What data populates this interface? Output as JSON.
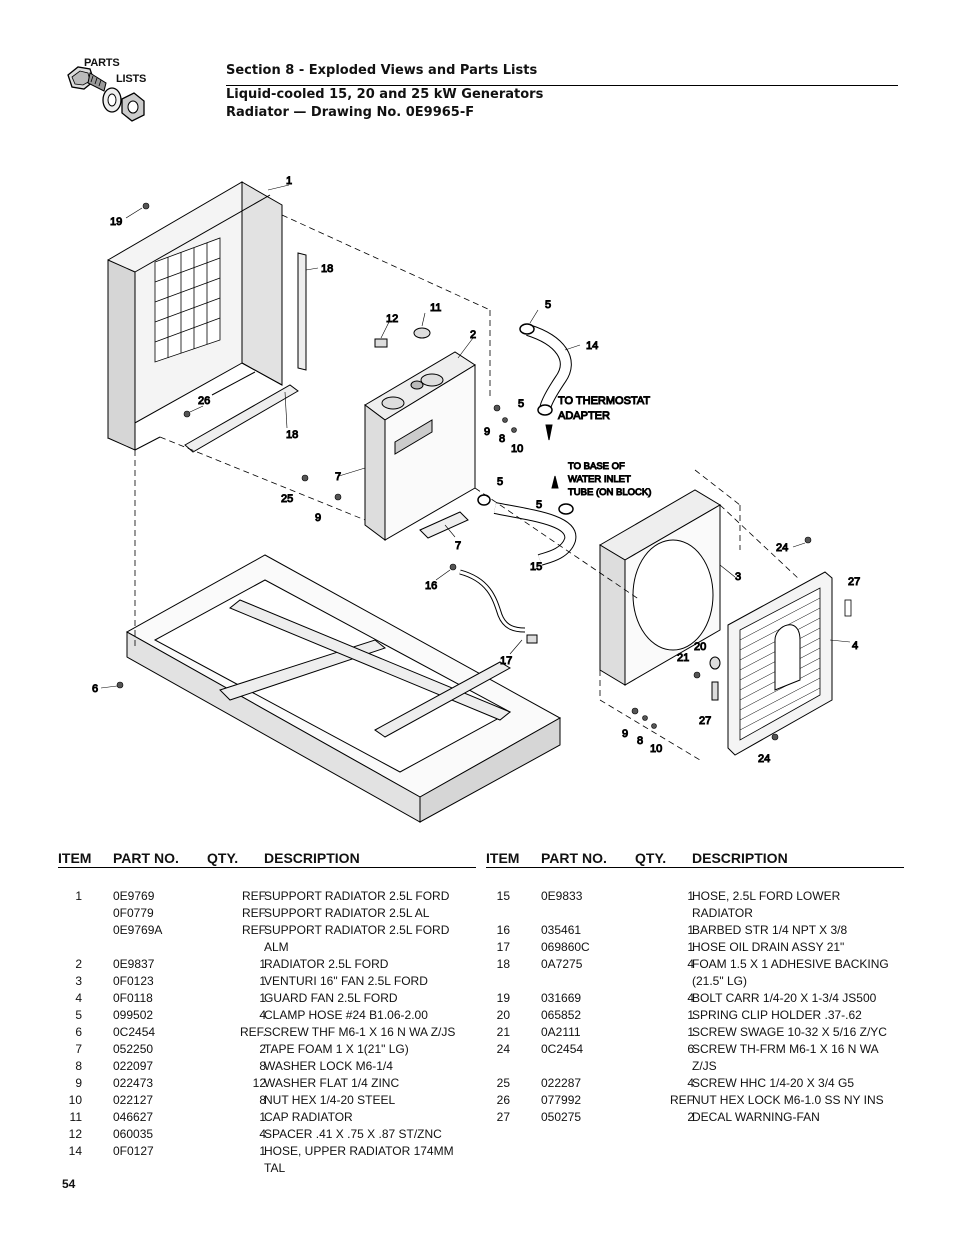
{
  "logo": {
    "line1": "PARTS",
    "line2": "LISTS"
  },
  "header": {
    "section": "Section 8 - Exploded Views and Parts Lists",
    "subtitle": "Liquid-cooled 15, 20 and 25 kW Generators",
    "drawing": "Radiator — Drawing No. 0E9965-F"
  },
  "callouts": {
    "c1": "1",
    "c19": "19",
    "c18a": "18",
    "c18b": "18",
    "c26": "26",
    "c12": "12",
    "c11": "11",
    "c2": "2",
    "c5a": "5",
    "c14": "14",
    "c5b": "5",
    "c9a": "9",
    "c8a": "8",
    "c10a": "10",
    "c7a": "7",
    "c25": "25",
    "c9b": "9",
    "c5c": "5",
    "c5d": "5",
    "c7b": "7",
    "c15": "15",
    "c16": "16",
    "c17": "17",
    "c6": "6",
    "c3": "3",
    "c24a": "24",
    "c27a": "27",
    "c4": "4",
    "c20": "20",
    "c21": "21",
    "c27b": "27",
    "c9c": "9",
    "c8b": "8",
    "c10b": "10",
    "c24b": "24"
  },
  "notes": {
    "thermostat_l1": "TO THERMOSTAT",
    "thermostat_l2": "ADAPTER",
    "base_l1": "TO BASE OF",
    "base_l2": "WATER INLET",
    "base_l3": "TUBE (ON BLOCK)"
  },
  "table_headers": {
    "item": "ITEM",
    "part": "PART NO.",
    "qty": "QTY.",
    "desc": "DESCRIPTION"
  },
  "parts_left": [
    {
      "item": "1",
      "part": "0E9769",
      "qty": "REF",
      "desc": "SUPPORT RADIATOR 2.5L FORD"
    },
    {
      "item": "",
      "part": "0F0779",
      "qty": "REF",
      "desc": "SUPPORT RADIATOR 2.5L AL"
    },
    {
      "item": "",
      "part": "0E9769A",
      "qty": "REF",
      "desc": "SUPPORT RADIATOR 2.5L FORD ALM"
    },
    {
      "item": "2",
      "part": "0E9837",
      "qty": "1",
      "desc": "RADIATOR 2.5L FORD"
    },
    {
      "item": "3",
      "part": "0F0123",
      "qty": "1",
      "desc": "VENTURI 16\" FAN 2.5L FORD"
    },
    {
      "item": "4",
      "part": "0F0118",
      "qty": "1",
      "desc": "GUARD FAN 2.5L FORD"
    },
    {
      "item": "5",
      "part": "099502",
      "qty": "4",
      "desc": "CLAMP HOSE #24 B1.06-2.00"
    },
    {
      "item": "6",
      "part": "0C2454",
      "qty": "REF.",
      "desc": "SCREW THF M6-1 X 16 N WA Z/JS"
    },
    {
      "item": "7",
      "part": "052250",
      "qty": "2",
      "desc": "TAPE FOAM 1 X 1(21\" LG)"
    },
    {
      "item": "8",
      "part": "022097",
      "qty": "8",
      "desc": "WASHER LOCK M6-1/4"
    },
    {
      "item": "9",
      "part": "022473",
      "qty": "12",
      "desc": "WASHER FLAT 1/4 ZINC"
    },
    {
      "item": "10",
      "part": "022127",
      "qty": "8",
      "desc": "NUT HEX 1/4-20 STEEL"
    },
    {
      "item": "11",
      "part": "046627",
      "qty": "1",
      "desc": "CAP RADIATOR"
    },
    {
      "item": "12",
      "part": "060035",
      "qty": "4",
      "desc": "SPACER .41 X .75 X .87 ST/ZNC"
    },
    {
      "item": "14",
      "part": "0F0127",
      "qty": "1",
      "desc": "HOSE, UPPER RADIATOR 174MM TAL"
    }
  ],
  "parts_right": [
    {
      "item": "15",
      "part": "0E9833",
      "qty": "1",
      "desc": "HOSE, 2.5L FORD LOWER RADIATOR"
    },
    {
      "item": "16",
      "part": "035461",
      "qty": "1",
      "desc": "BARBED STR 1/4 NPT X 3/8"
    },
    {
      "item": "17",
      "part": "069860C",
      "qty": "1",
      "desc": "HOSE OIL DRAIN ASSY 21\""
    },
    {
      "item": "18",
      "part": "0A7275",
      "qty": "4",
      "desc": "FOAM 1.5 X 1 ADHESIVE BACKING (21.5\" LG)"
    },
    {
      "item": "19",
      "part": "031669",
      "qty": "4",
      "desc": "BOLT CARR 1/4-20 X 1-3/4 JS500"
    },
    {
      "item": "20",
      "part": "065852",
      "qty": "1",
      "desc": "SPRING CLIP HOLDER .37-.62"
    },
    {
      "item": "21",
      "part": "0A2111",
      "qty": "1",
      "desc": "SCREW SWAGE 10-32 X 5/16 Z/YC"
    },
    {
      "item": "24",
      "part": "0C2454",
      "qty": "6",
      "desc": "SCREW TH-FRM M6-1 X 16 N WA Z/JS"
    },
    {
      "item": "25",
      "part": "022287",
      "qty": "4",
      "desc": "SCREW HHC 1/4-20 X 3/4 G5"
    },
    {
      "item": "26",
      "part": "077992",
      "qty": "REF",
      "desc": "NUT HEX LOCK M6-1.0 SS NY INS"
    },
    {
      "item": "27",
      "part": "050275",
      "qty": "2",
      "desc": "DECAL WARNING-FAN"
    }
  ],
  "page_number": "54"
}
